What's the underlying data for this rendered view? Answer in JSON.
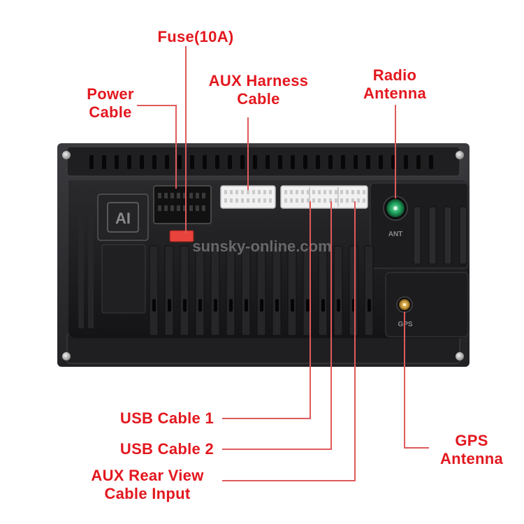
{
  "callouts": {
    "fuse": "Fuse(10A)",
    "power": [
      "Power",
      "Cable"
    ],
    "aux_harness": [
      "AUX Harness",
      "Cable"
    ],
    "radio_antenna": [
      "Radio",
      "Antenna"
    ],
    "usb1": "USB Cable 1",
    "usb2": "USB Cable 2",
    "aux_rear": [
      "AUX Rear View",
      "Cable Input"
    ],
    "gps": [
      "GPS",
      "Antenna"
    ]
  },
  "device": {
    "logo": "AI",
    "ant_label": "ANT",
    "gps_label": "GPS"
  },
  "watermark": "sunsky-online.com",
  "colors": {
    "label": "#e3171e",
    "leader": "#e05a5a",
    "body": "#1b1b1d",
    "antenna_connector": "#1e9c5a",
    "gps_connector": "#c89b3c",
    "fuse": "#e8433c"
  }
}
